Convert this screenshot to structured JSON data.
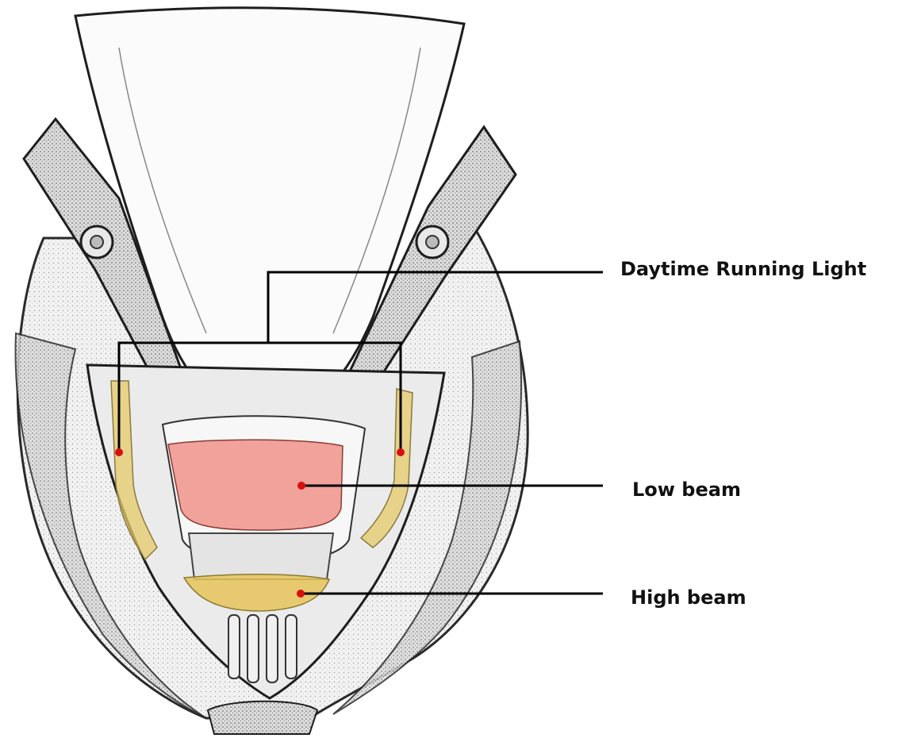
{
  "callouts": {
    "drl": {
      "label": "Daytime Running Light"
    },
    "low_beam": {
      "label": "Low beam"
    },
    "high_beam": {
      "label": "High beam"
    }
  },
  "colors": {
    "drl_highlight": "#e6c96a",
    "low_beam_highlight": "#ef8a80",
    "high_beam_highlight": "#e6c45a",
    "marker": "#d80f0f",
    "leader": "#000000",
    "sketch": "#2a2a2a"
  }
}
